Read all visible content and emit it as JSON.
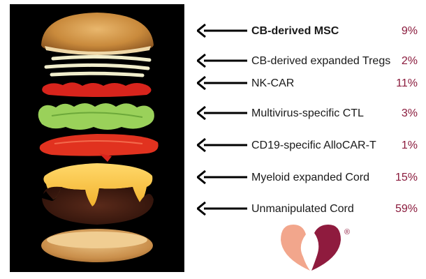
{
  "layers": [
    {
      "label": "CB-derived MSC",
      "percent": "9%",
      "bold": true
    },
    {
      "label": "CB-derived expanded Tregs",
      "percent": "2%"
    },
    {
      "label": "NK-CAR",
      "percent": "11%"
    },
    {
      "label": "Multivirus-specific CTL",
      "percent": "3%"
    },
    {
      "label": "CD19-specific AlloCAR-T",
      "percent": "1%"
    },
    {
      "label": "Myeloid expanded Cord",
      "percent": "15%"
    },
    {
      "label": "Unmanipulated Cord",
      "percent": "59%"
    }
  ],
  "logo": {
    "registered_mark": "®",
    "colors": {
      "left": "#f2a68c",
      "right": "#8f1b3e"
    }
  },
  "colors": {
    "percent_text": "#8a1a3c",
    "label_text": "#1a1a1a",
    "arrow": "#000000",
    "panel_background": "#000000"
  }
}
